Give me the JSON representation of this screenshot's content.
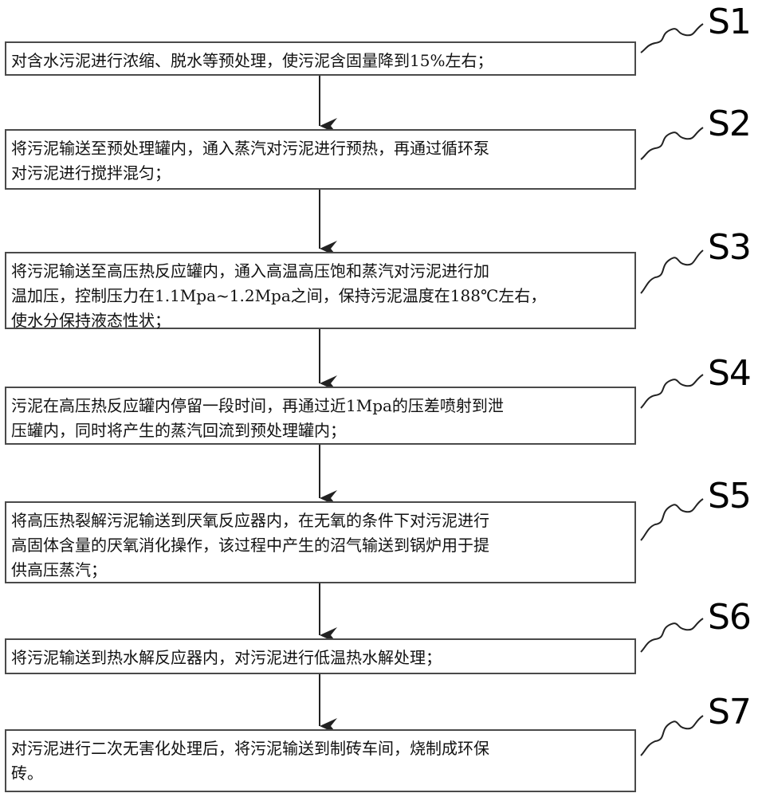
{
  "steps": [
    {
      "id": "S1",
      "text": "对含水污泥进行浓缩、脱水等预处理，使污泥含固量降到15%左右；"
    },
    {
      "id": "S2",
      "text": "将污泥输送至预处理罐内，通入蒸汽对污泥进行预热，再通过循环泵\n对污泥进行搅拌混匀；"
    },
    {
      "id": "S3",
      "text": "将污泥输送至高压热反应罐内，通入高温高压饱和蒸汽对污泥进行加\n温加压，控制压力在1.1Mpa~1.2Mpa之间，保持污泥温度在188℃左右，\n使水分保持液态性状；"
    },
    {
      "id": "S4",
      "text": "污泥在高压热反应罐内停留一段时间，再通过近1Mpa的压差喷射到泄\n压罐内，同时将产生的蒸汽回流到预处理罐内；"
    },
    {
      "id": "S5",
      "text": "将高压热裂解污泥输送到厌氧反应器内，在无氧的条件下对污泥进行\n高固体含量的厌氧消化操作，该过程中产生的沼气输送到锅炉用于提\n供高压蒸汽；"
    },
    {
      "id": "S6",
      "text": "将污泥输送到热水解反应器内，对污泥进行低温热水解处理；"
    },
    {
      "id": "S7",
      "text": "对污泥进行二次无害化处理后，将污泥输送到制砖车间，烧制成环保\n砖。"
    }
  ]
}
